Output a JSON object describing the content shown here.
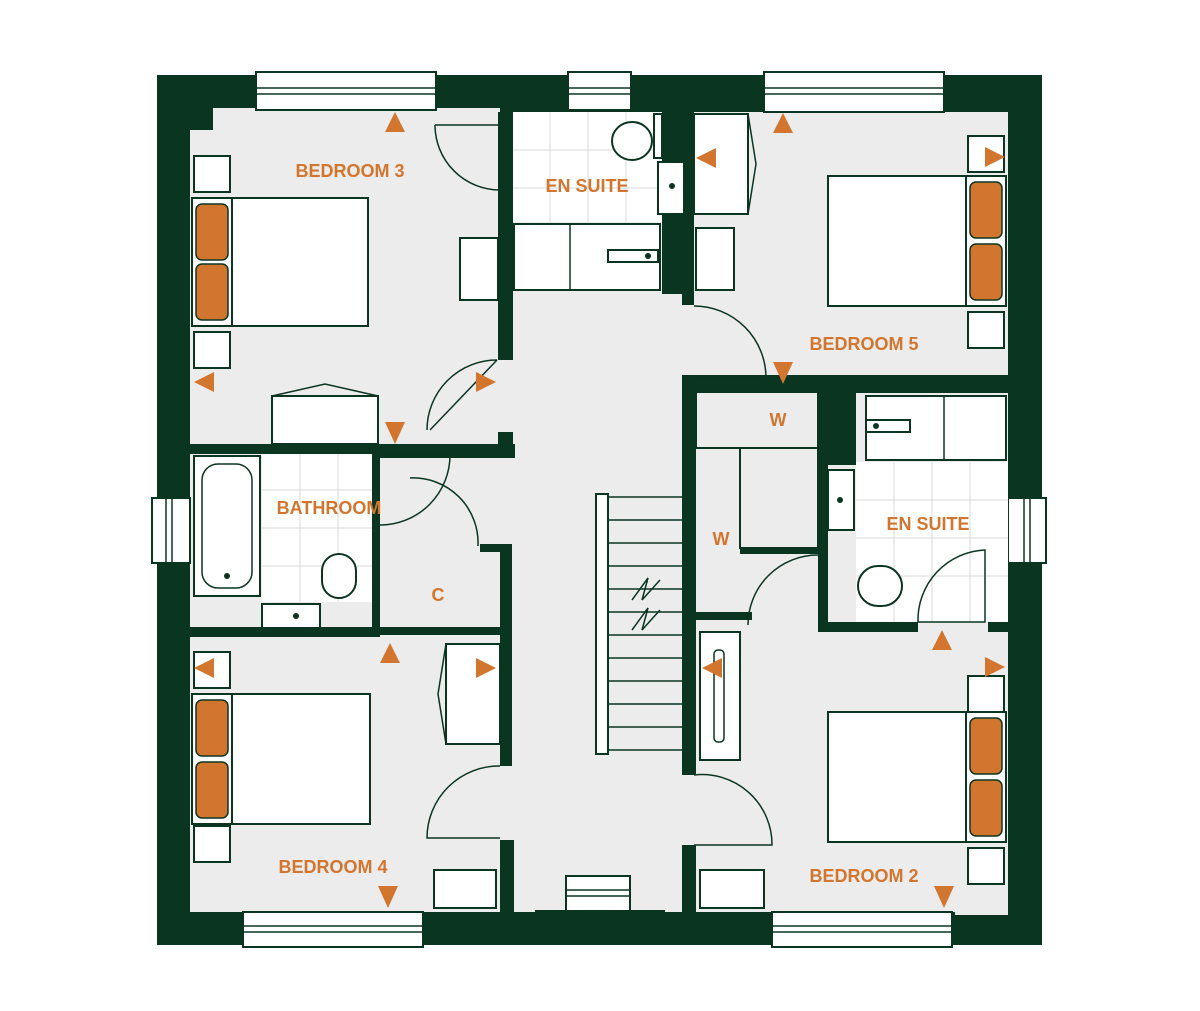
{
  "plan": {
    "colors": {
      "wall": "#0a3520",
      "floor": "#ececec",
      "tile_floor": "#ffffff",
      "accent": "#d2762f",
      "label": "#d2762f",
      "background": "#ffffff"
    },
    "rooms": {
      "bedroom3": "BEDROOM 3",
      "ensuite_top": "EN SUITE",
      "bedroom5": "BEDROOM 5",
      "bathroom": "BATHROOM",
      "cupboard": "C",
      "wardrobe_top": "W",
      "wardrobe_side": "W",
      "ensuite_right": "EN SUITE",
      "bedroom4": "BEDROOM 4",
      "bedroom2": "BEDROOM 2"
    }
  }
}
